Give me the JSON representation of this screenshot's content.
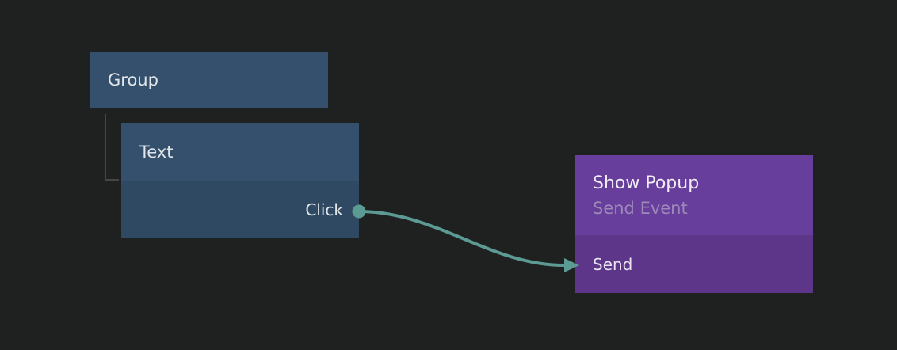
{
  "colors": {
    "background": "#1f2020",
    "node_header_blue": "#34506c",
    "node_body_blue": "#2e4961",
    "popup_header_purple": "#673e9b",
    "popup_body_purple": "#5d3689",
    "connection": "#5c9a94",
    "tree_line": "#454545",
    "title_text": "#e2e6ea",
    "subtitle_text": "#9c88b9",
    "popup_title_text": "#f1edf7",
    "popup_body_text": "#e9e3f2"
  },
  "nodes": {
    "group": {
      "title": "Group"
    },
    "text": {
      "title": "Text",
      "output_port_label": "Click"
    },
    "popup": {
      "title": "Show Popup",
      "subtitle": "Send Event",
      "input_port_label": "Send"
    }
  }
}
